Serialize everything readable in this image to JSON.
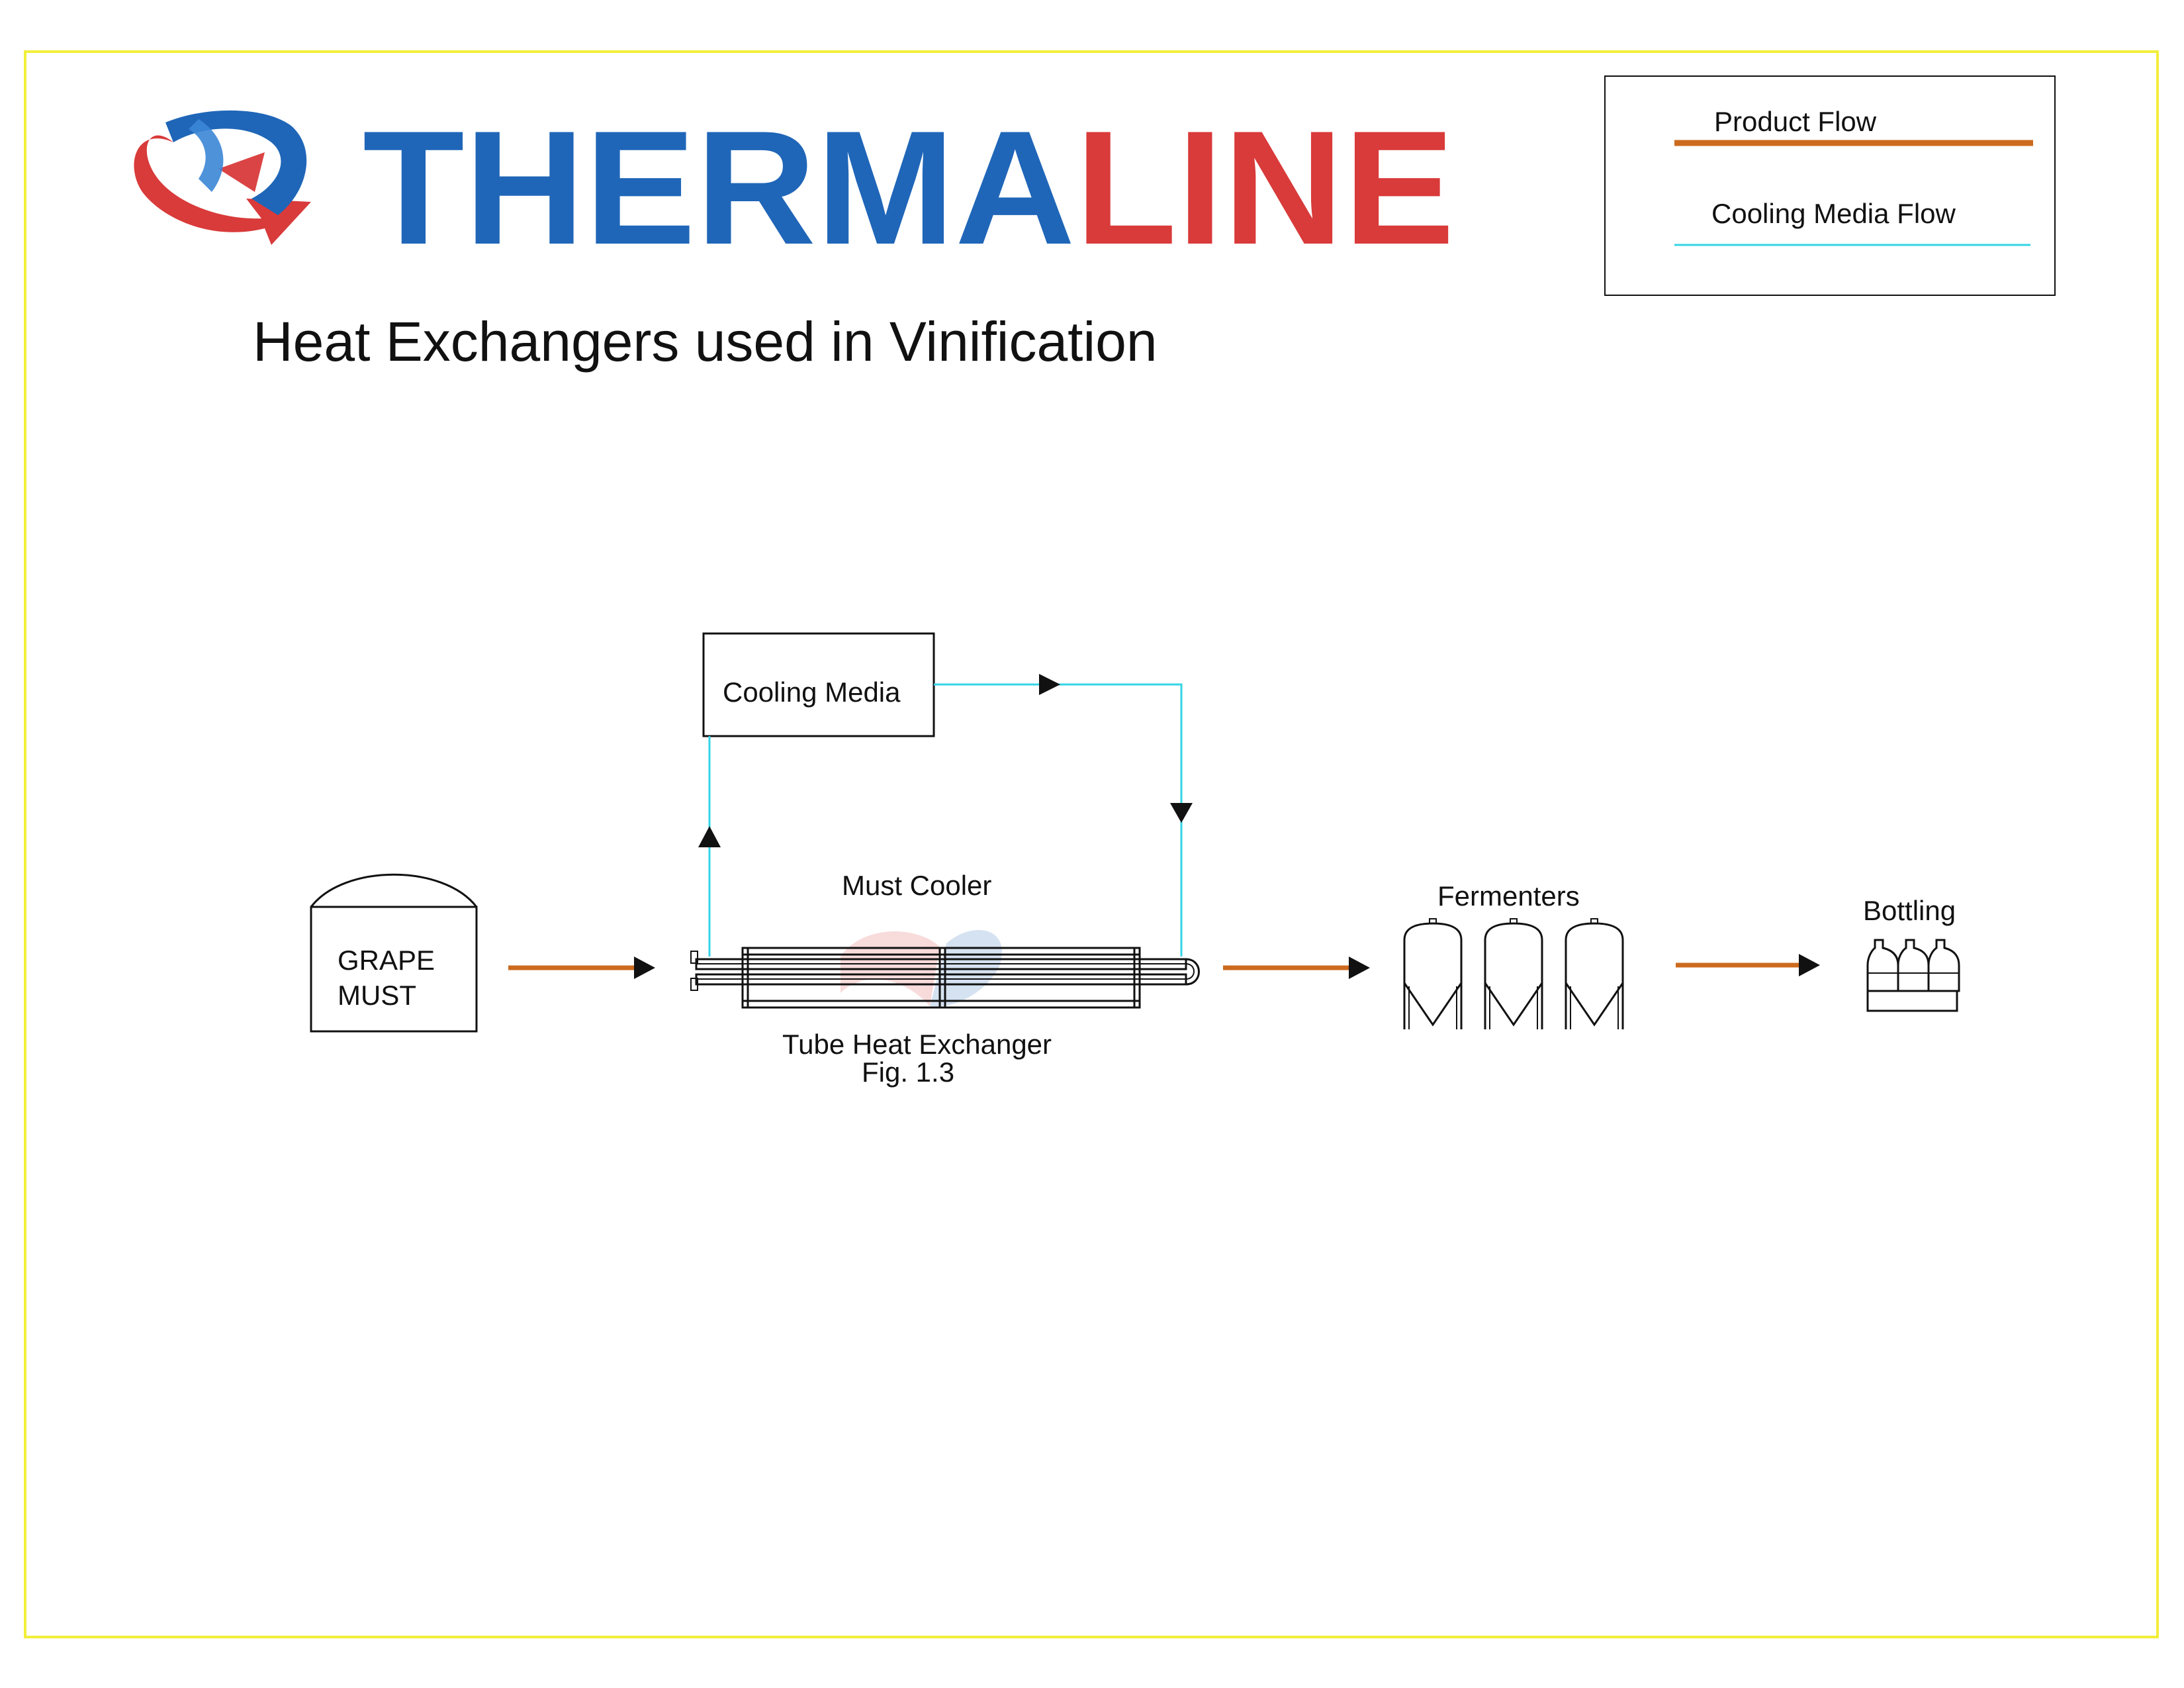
{
  "logo": {
    "part1": "THERMA",
    "part2": "LINE",
    "blue": "#1f66b8",
    "red": "#d93a3a"
  },
  "legend": {
    "items": [
      {
        "label": "Product Flow",
        "color": "#cc6a1e"
      },
      {
        "label": "Cooling Media Flow",
        "color": "#35d4e6"
      }
    ]
  },
  "page_title": "Heat Exchangers used in Vinification",
  "diagram": {
    "nodes": [
      {
        "id": "grape-must",
        "lines": [
          "GRAPE",
          "MUST"
        ]
      },
      {
        "id": "cooling-media",
        "label": "Cooling Media"
      },
      {
        "id": "must-cooler",
        "label": "Must Cooler",
        "caption": "Tube Heat Exchanger",
        "fig": "Fig. 1.3"
      },
      {
        "id": "fermenters",
        "label": "Fermenters"
      },
      {
        "id": "bottling",
        "label": "Bottling"
      }
    ],
    "edges": [
      {
        "from": "grape-must",
        "to": "must-cooler",
        "type": "product"
      },
      {
        "from": "must-cooler",
        "to": "fermenters",
        "type": "product"
      },
      {
        "from": "fermenters",
        "to": "bottling",
        "type": "product"
      },
      {
        "from": "must-cooler",
        "to": "cooling-media",
        "type": "cooling"
      },
      {
        "from": "cooling-media",
        "to": "must-cooler",
        "type": "cooling"
      }
    ]
  },
  "colors": {
    "border": "#f2ee3a",
    "product": "#cc6a1e",
    "cooling": "#35d4e6",
    "ink": "#111111"
  }
}
